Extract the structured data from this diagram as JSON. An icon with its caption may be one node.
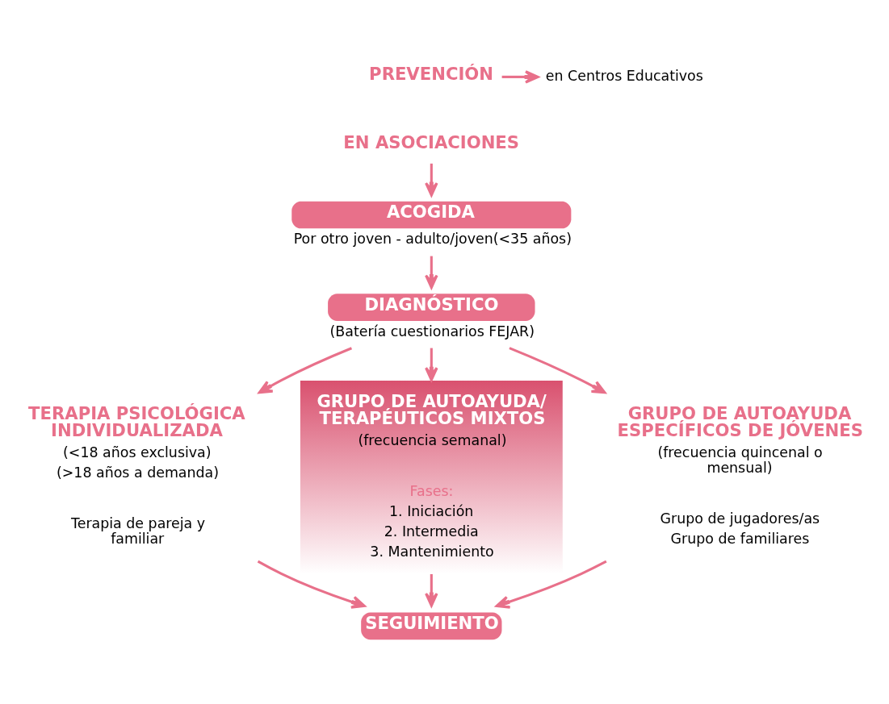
{
  "diagram": {
    "nodes": [
      {
        "text": [
          "PREVENCIÓN"
        ]
      },
      {
        "text": [
          "en Centros Educativos"
        ]
      },
      {
        "text": [
          "EN ASOCIACIONES"
        ]
      },
      {
        "text": [
          "ACOGIDA"
        ],
        "beside": [
          "Por otro joven - adulto/joven(<35 años)"
        ]
      },
      {
        "text": [
          "DIAGNÓSTICO"
        ],
        "beside": [
          "(Batería cuestionarios FEJAR)"
        ]
      },
      {
        "text": [
          "TERAPIA PSICOLÓGICA INDIVIDUALIZADA",
          "(<18 años exclusiva)",
          "(>18 años a demanda)",
          "Terapia de pareja y familiar"
        ]
      },
      {
        "text": [
          "GRUPO DE AUTOAYUDA/ TERAPÉUTICOS MIXTOS",
          "(frecuencia semanal)",
          "Fases:",
          "1. Iniciación",
          "2. Intermedia",
          "3. Mantenimiento"
        ]
      },
      {
        "text": [
          "GRUPO DE AUTOAYUDA ESPECÍFICOS DE JÓVENES",
          "(frecuencia quincenal o mensual)",
          "Grupo de jugadores/as",
          "Grupo de familiares"
        ]
      },
      {
        "text": [
          "SEGUIMIENTO"
        ]
      }
    ],
    "edges": [
      {
        "from": 0,
        "to": 1,
        "arrow": "to"
      },
      {
        "from": 2,
        "to": 3,
        "arrow": "to"
      },
      {
        "from": 3,
        "to": 4,
        "arrow": "to"
      },
      {
        "from": 4,
        "to": 5,
        "arrow": "to"
      },
      {
        "from": 4,
        "to": 6,
        "arrow": "to"
      },
      {
        "from": 4,
        "to": 7,
        "arrow": "to"
      },
      {
        "from": 5,
        "to": 8,
        "arrow": "to"
      },
      {
        "from": 6,
        "to": 8,
        "arrow": "to"
      },
      {
        "from": 7,
        "to": 8,
        "arrow": "to"
      }
    ]
  }
}
